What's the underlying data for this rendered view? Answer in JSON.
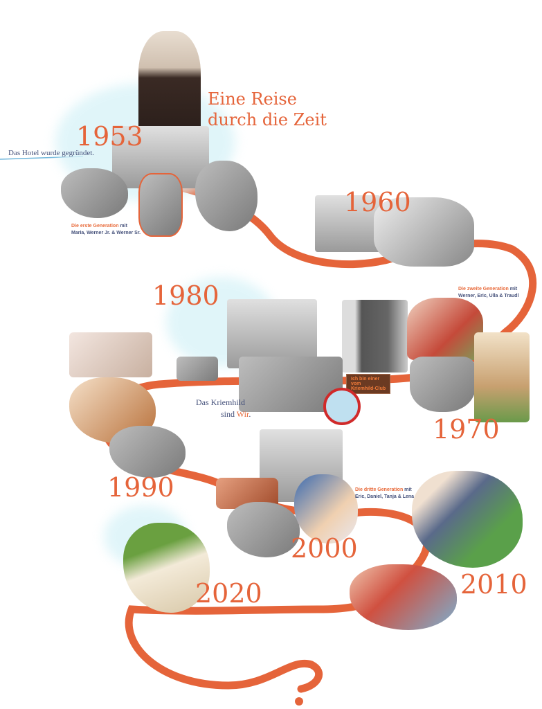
{
  "header": {
    "title_line1": "Eine Reise",
    "title_line2": "durch die Zeit"
  },
  "milestones": [
    {
      "year": "1953",
      "note": "Das Hotel wurde gegründet."
    },
    {
      "year": "1960"
    },
    {
      "year": "1970"
    },
    {
      "year": "1980"
    },
    {
      "year": "1990"
    },
    {
      "year": "2000"
    },
    {
      "year": "2010"
    },
    {
      "year": "2020"
    }
  ],
  "generations": [
    {
      "highlight": "Die erste Generation",
      "suffix": " mit",
      "names": "Maria, Werner Jr. & Werner Sr."
    },
    {
      "highlight": "Die zweite Generation",
      "suffix": " mit",
      "names": "Werner, Eric, Ulla & Traudl"
    },
    {
      "highlight": "Die dritte Generation",
      "suffix": " mit",
      "names": "Eric, Daniel, Tanja & Lena"
    }
  ],
  "slogan": {
    "line1": "Das Kriemhild",
    "line2_prefix": "sind ",
    "line2_highlight": "Wir",
    "line2_suffix": "."
  },
  "club_badge": {
    "line1": "Ich bin einer",
    "line2": "vom",
    "line3": "Kriemhild-Club"
  },
  "colors": {
    "accent": "#e5643a",
    "text": "#44507a"
  }
}
